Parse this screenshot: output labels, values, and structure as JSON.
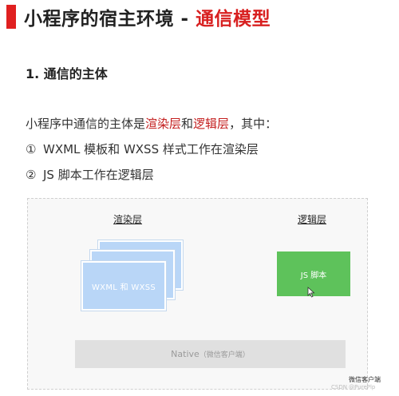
{
  "header": {
    "title_main": "小程序的宿主环境 - ",
    "title_highlight": "通信模型",
    "accent_color": "#e02020"
  },
  "section": {
    "heading": "1. 通信的主体"
  },
  "content": {
    "intro_prefix": "小程序中通信的主体是",
    "render_layer": "渲染层",
    "and": "和",
    "logic_layer": "逻辑层",
    "intro_suffix": "，其中：",
    "item1_num": "①",
    "item1_text": "WXML 模板和 WXSS 样式工作在渲染层",
    "item2_num": "②",
    "item2_text": "JS 脚本工作在逻辑层"
  },
  "diagram": {
    "render_label": "渲染层",
    "logic_label": "逻辑层",
    "render_card": "WXML 和 WXSS",
    "logic_box": "JS 脚本",
    "native_main": "Native",
    "native_sub": "（微信客户端）",
    "corner_label": "微信客户端",
    "card_color": "#b9d6f7",
    "logic_color": "#5ec25b",
    "native_color": "#e0e0e0"
  },
  "watermark": "CSDN @PurePlp"
}
